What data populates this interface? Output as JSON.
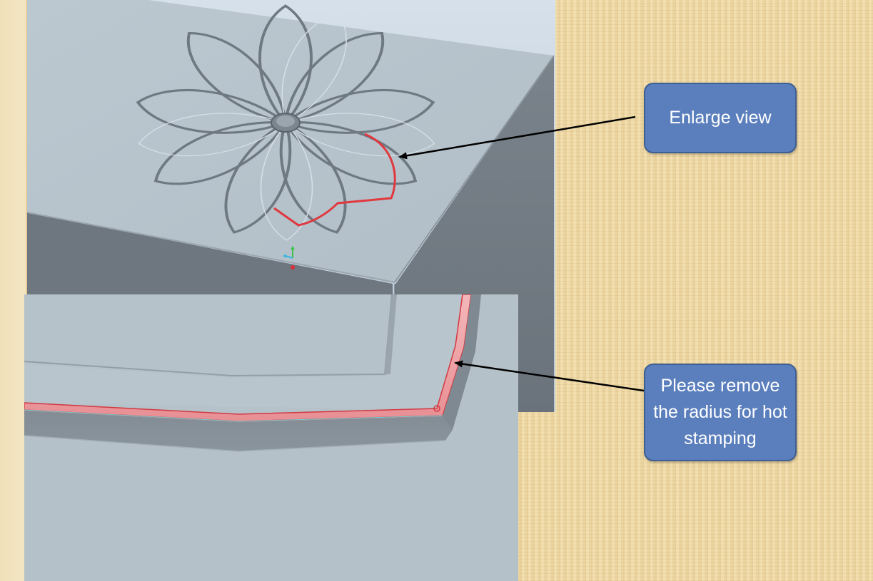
{
  "callouts": {
    "enlarge": "Enlarge view",
    "remove_radius": "Please remove the radius for hot stamping"
  },
  "colors": {
    "background": "#eed9a6",
    "part_top_face": "#b9c5cd",
    "part_side_face": "#727b83",
    "highlight_edge": "#e0383e",
    "callout_fill": "#5b7fbd",
    "callout_text": "#ffffff"
  },
  "icons": [
    "coordinate-triad-icon",
    "flower-emboss-pattern",
    "center-hole"
  ]
}
